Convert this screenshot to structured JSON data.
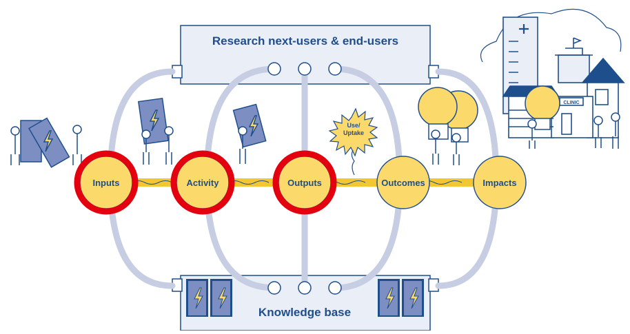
{
  "top_box": {
    "title": "Research next-users & end-users"
  },
  "bottom_box": {
    "title": "Knowledge base"
  },
  "stages": [
    {
      "label": "Inputs",
      "highlighted": true
    },
    {
      "label": "Activity",
      "highlighted": true
    },
    {
      "label": "Outputs",
      "highlighted": true
    },
    {
      "label": "Outcomes",
      "highlighted": false
    },
    {
      "label": "Impacts",
      "highlighted": false
    }
  ],
  "uptake_burst": {
    "label_line1": "Use/",
    "label_line2": "Uptake"
  },
  "clinic_sign": "CLINIC",
  "colors": {
    "navy": "#1f4e8c",
    "node_fill": "#fbd96b",
    "highlight_ring": "#e3000f",
    "track": "#f2c733",
    "box_fill": "#eaeef7",
    "loop": "#c7cde2"
  },
  "icons": [
    "lightning-icon",
    "battery-icon",
    "lightbulb-icon",
    "hospital-icon",
    "clinic-building-icon",
    "government-building-icon",
    "house-icon"
  ]
}
